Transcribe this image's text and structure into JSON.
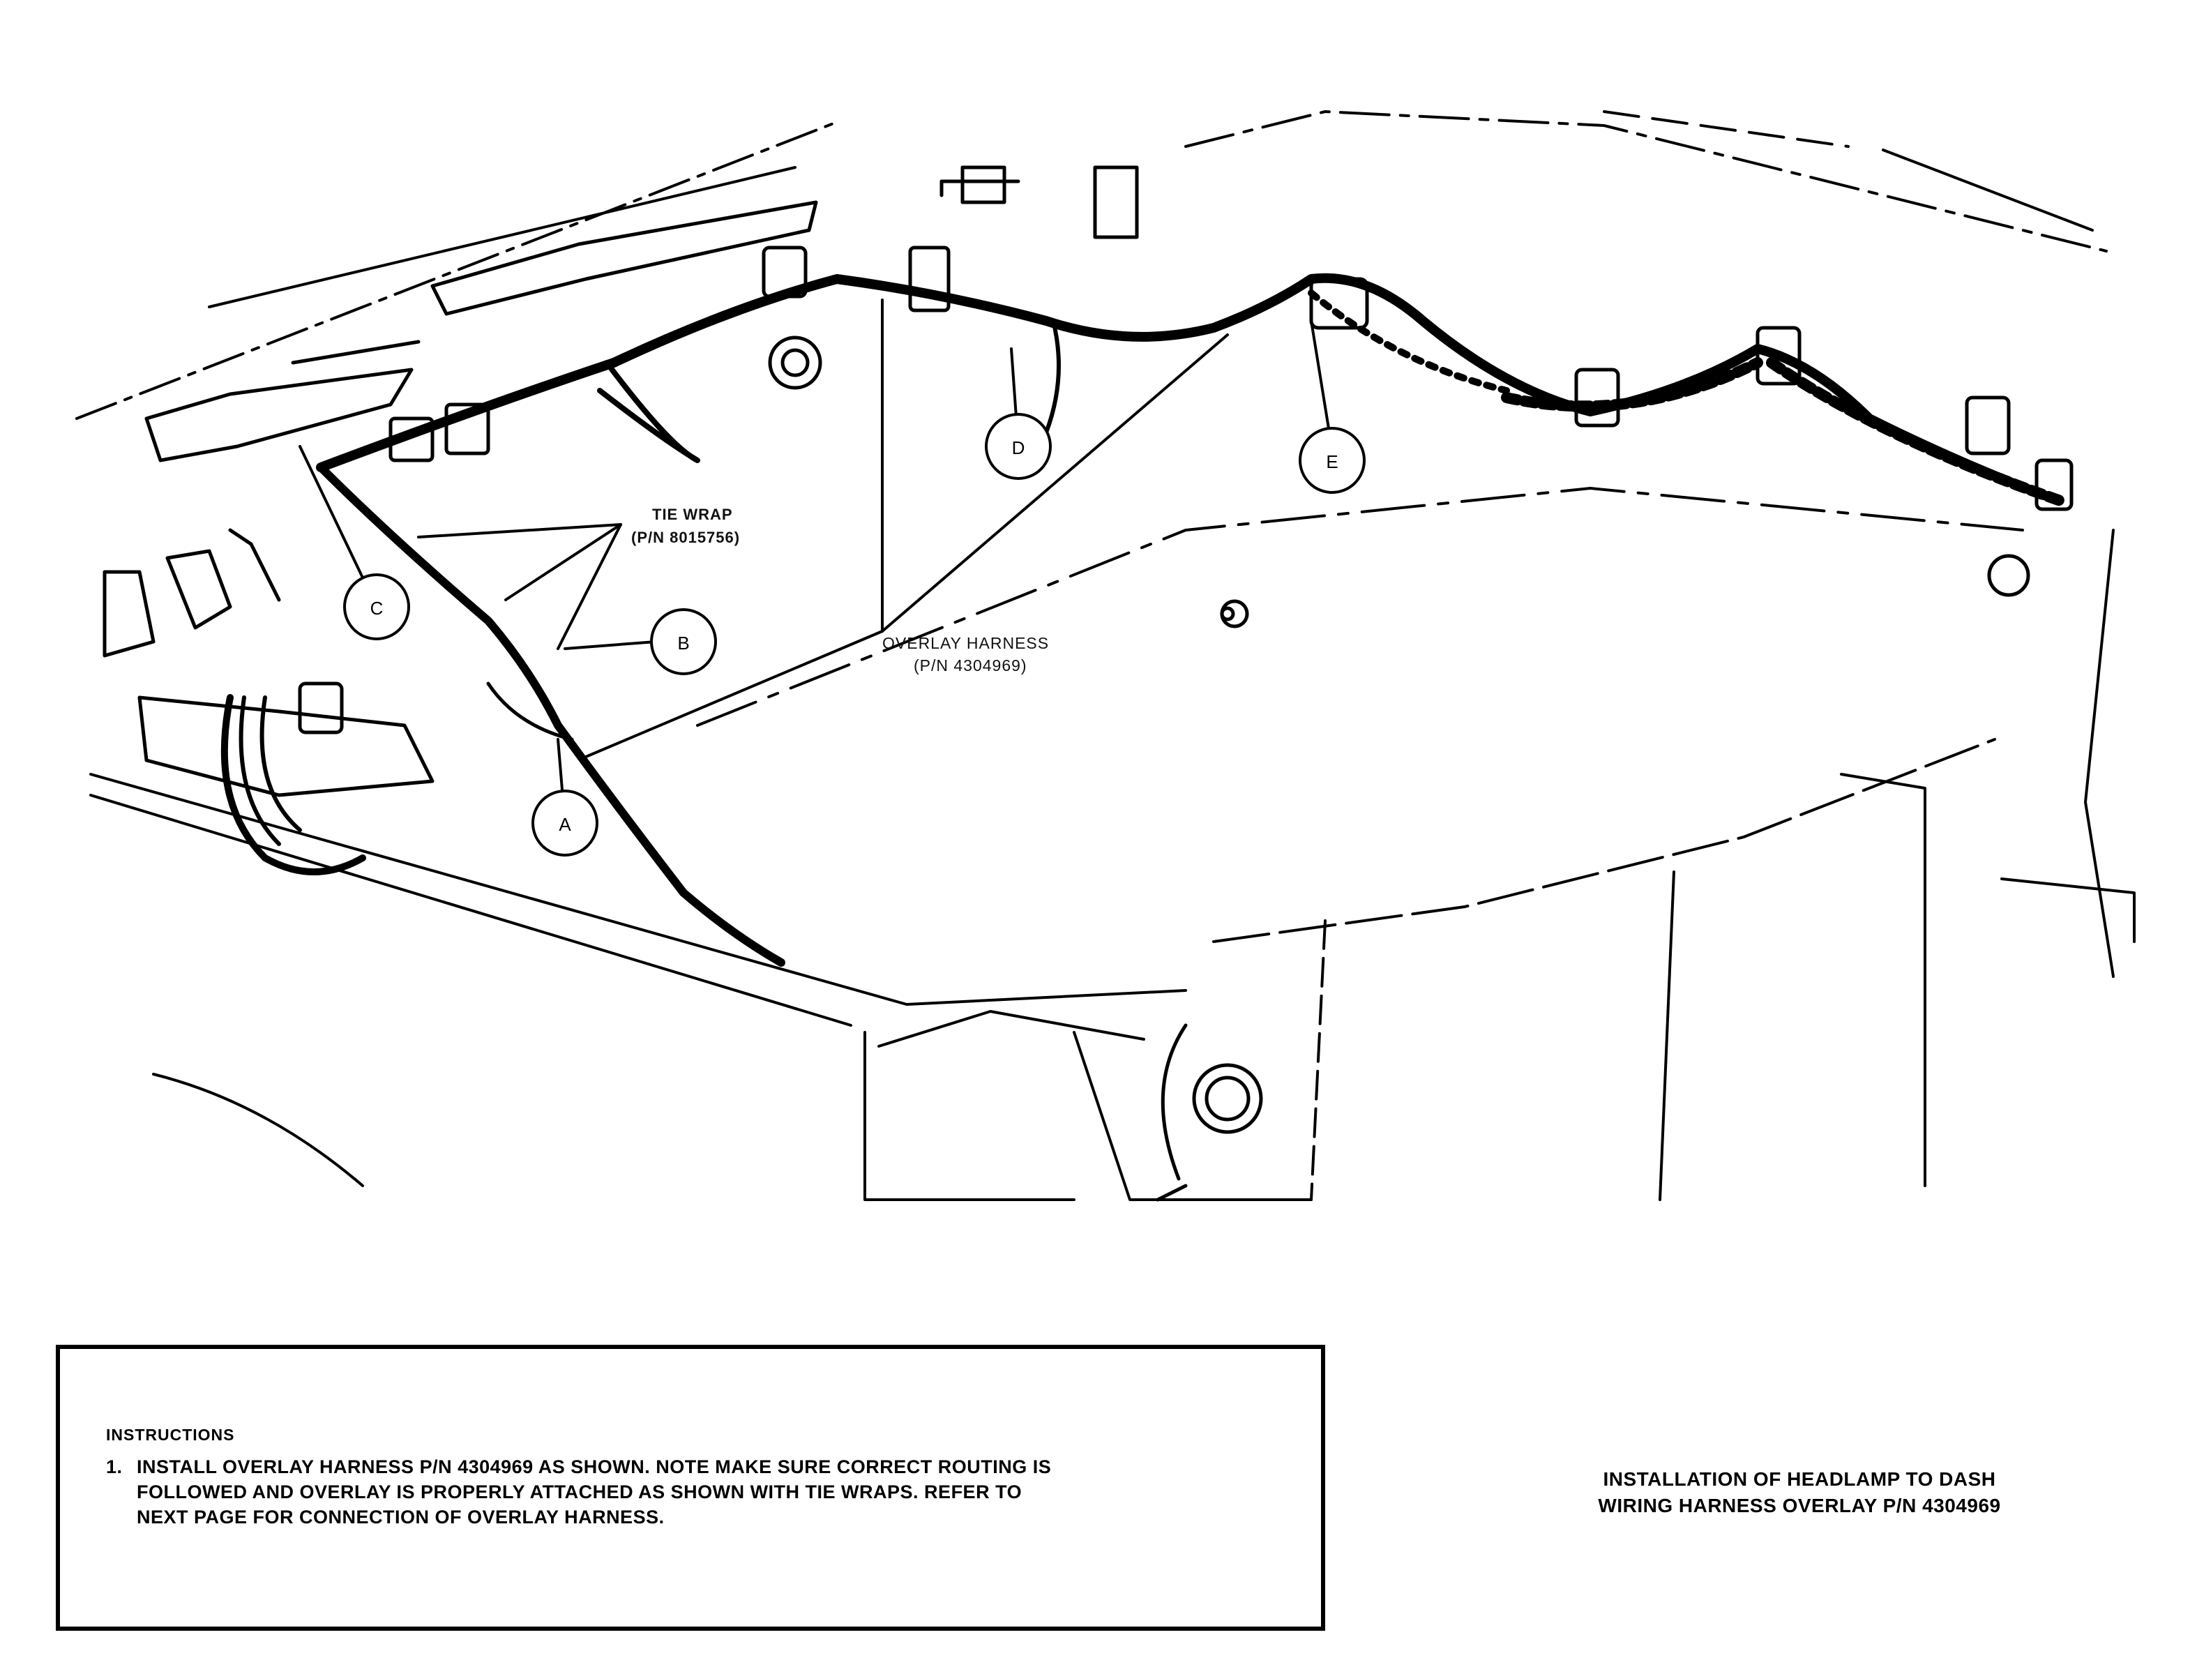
{
  "callouts": {
    "tie_wrap": {
      "line1": "TIE WRAP",
      "line2": "(P/N 8015756)"
    },
    "overlay_harness": {
      "line1": "OVERLAY HARNESS",
      "line2": "(P/N 4304969)"
    },
    "letters": {
      "a": "A",
      "b": "B",
      "c": "C",
      "d": "D",
      "e": "E"
    }
  },
  "instructions": {
    "heading": "INSTRUCTIONS",
    "item_number": "1.",
    "item_text_line1": "INSTALL OVERLAY HARNESS P/N 4304969 AS SHOWN. NOTE MAKE SURE CORRECT ROUTING IS",
    "item_text_line2": "FOLLOWED AND OVERLAY IS PROPERLY ATTACHED AS SHOWN WITH TIE WRAPS. REFER TO",
    "item_text_line3": "NEXT PAGE FOR CONNECTION OF OVERLAY HARNESS."
  },
  "caption": {
    "line1": "INSTALLATION OF HEADLAMP TO DASH",
    "line2": "WIRING HARNESS OVERLAY P/N 4304969"
  }
}
